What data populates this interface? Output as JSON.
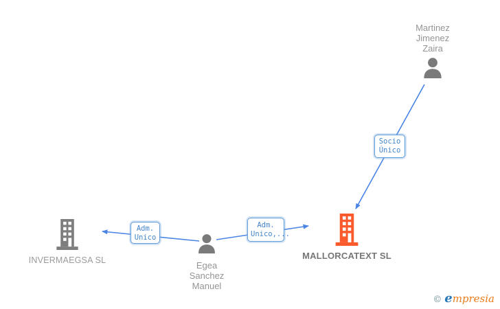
{
  "diagram": {
    "persons": {
      "martinez": {
        "lines": [
          "Martinez",
          "Jimenez",
          "Zaira"
        ]
      },
      "egea": {
        "lines": [
          "Egea",
          "Sanchez",
          "Manuel"
        ]
      }
    },
    "companies": {
      "invermaegsa": {
        "label": "INVERMAEGSA SL"
      },
      "mallorcatext": {
        "label": "MALLORCATEXT SL"
      }
    },
    "relations": {
      "socio_unico": {
        "lines": [
          "Socio",
          "Único"
        ]
      },
      "adm_unico_left": {
        "lines": [
          "Adm.",
          "Unico"
        ]
      },
      "adm_unico_right": {
        "lines": [
          "Adm.",
          "Unico,..."
        ]
      }
    }
  },
  "footer": {
    "copyright": "©",
    "brand_first": "e",
    "brand_rest": "mpresia"
  },
  "colors": {
    "arrow_blue": "#4a84e4",
    "box_border_blue": "#5f9bd8",
    "box_text_blue": "#4585c9",
    "icon_gray": "#7a7a7a",
    "icon_orange": "#fb5a2d",
    "name_gray": "#949494",
    "company_bold_gray": "#767676",
    "logo_blue": "#2878b8",
    "logo_orange": "#e87d1e"
  }
}
